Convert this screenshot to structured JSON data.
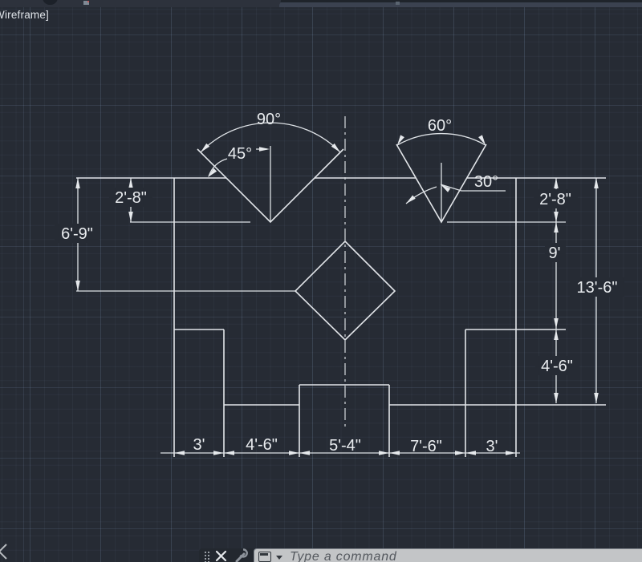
{
  "window": {
    "viewport_label": "Wireframe]"
  },
  "command_bar": {
    "placeholder": "Type a command"
  },
  "dimensions": {
    "angle_90": "90°",
    "angle_45": "45°",
    "angle_60": "60°",
    "angle_30": "30°",
    "left_notch_depth": "2'-8\"",
    "left_height": "6'-9\"",
    "right_notch_depth": "2'-8\"",
    "right_mid_height": "9'",
    "right_total_height": "13'-6\"",
    "right_step_height": "4'-6\"",
    "bottom_left_1": "3'",
    "bottom_left_2": "4'-6\"",
    "bottom_center": "5'-4\"",
    "bottom_right_1": "7'-6\"",
    "bottom_right_2": "3'"
  },
  "colors": {
    "canvas_bg": "#262b34",
    "geometry_line": "#e2e5e9",
    "grid_minor": "#2e3440",
    "grid_major": "#3a4150",
    "command_input_bg": "#c3c5c7",
    "command_text": "#54585e"
  }
}
